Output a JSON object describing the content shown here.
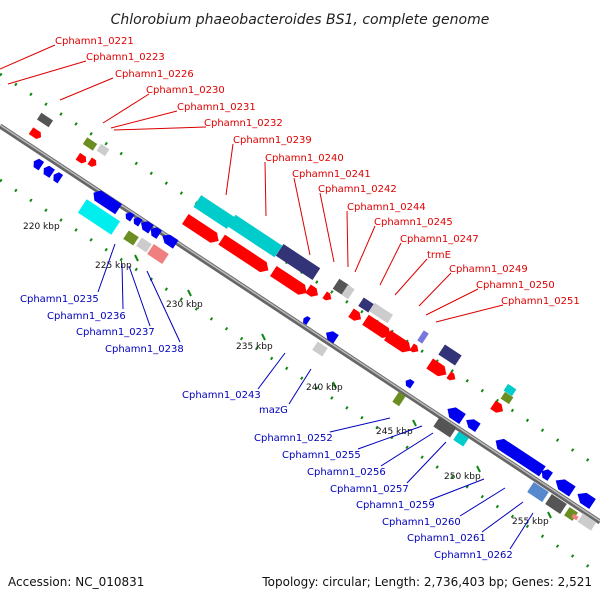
{
  "title": "Chlorobium phaeobacteroides BS1, complete genome",
  "footer": {
    "accession": "Accession: NC_010831",
    "summary": "Topology: circular; Length: 2,736,403 bp; Genes: 2,521"
  },
  "colors": {
    "forward_label": "#dd0000",
    "reverse_label": "#0000bb",
    "forward_gene": "#ff0000",
    "reverse_gene": "#0000ee",
    "backbone": "#888888",
    "tick": "#118811"
  },
  "scale_labels": [
    "220 kbp",
    "225 kbp",
    "230 kbp",
    "235 kbp",
    "240 kbp",
    "245 kbp",
    "250 kbp",
    "255 kbp"
  ],
  "forward_labels": [
    "Cphamn1_0221",
    "Cphamn1_0223",
    "Cphamn1_0226",
    "Cphamn1_0230",
    "Cphamn1_0231",
    "Cphamn1_0232",
    "Cphamn1_0239",
    "Cphamn1_0240",
    "Cphamn1_0241",
    "Cphamn1_0242",
    "Cphamn1_0244",
    "Cphamn1_0245",
    "Cphamn1_0247",
    "trmE",
    "Cphamn1_0249",
    "Cphamn1_0250",
    "Cphamn1_0251"
  ],
  "reverse_labels": [
    "Cphamn1_0235",
    "Cphamn1_0236",
    "Cphamn1_0237",
    "Cphamn1_0238",
    "Cphamn1_0243",
    "mazG",
    "Cphamn1_0252",
    "Cphamn1_0255",
    "Cphamn1_0256",
    "Cphamn1_0257",
    "Cphamn1_0259",
    "Cphamn1_0260",
    "Cphamn1_0261",
    "Cphamn1_0262"
  ]
}
